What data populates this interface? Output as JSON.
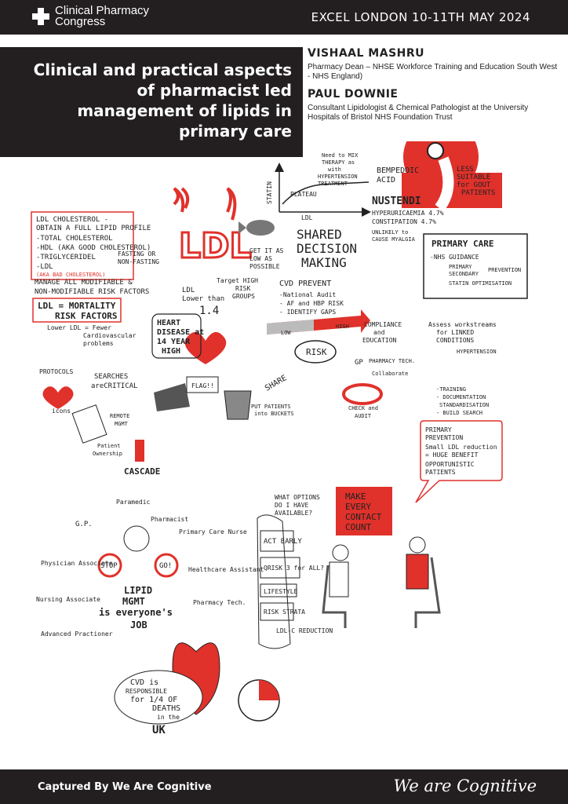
{
  "header": {
    "logo_line1": "Clinical Pharmacy",
    "logo_line2": "Congress",
    "event": "EXCEL LONDON 10-11TH MAY 2024"
  },
  "title": "Clinical and practical aspects of pharmacist led management of lipids in primary care",
  "speakers": [
    {
      "name": "VISHAAL MASHRU",
      "role": "Pharmacy Dean – NHSE Workforce Training and Education South West - NHS England)"
    },
    {
      "name": "PAUL DOWNIE",
      "role": "Consultant Lipidologist & Chemical Pathologist at the University Hospitals of Bristol NHS Foundation Trust"
    }
  ],
  "sketch": {
    "ldl_box": [
      "LDL CHOLESTEROL -",
      "OBTAIN A FULL LIPID PROFILE",
      "-TOTAL CHOLESTEROL",
      "-HDL (AKA GOOD CHOLESTEROL)",
      "-TRIGLYCERIDEL",
      "-LDL",
      "(AKA BAD CHOLESTEROL)"
    ],
    "fasting": [
      "FASTING OR",
      "NON-FASTING"
    ],
    "manage": [
      "MANAGE ALL MODIFIABLE &",
      "NON-MODIFIABLE RISK FACTORS"
    ],
    "mortality": [
      "LDL = MORTALITY",
      "RISK FACTORS"
    ],
    "lower_ldl": [
      "Lower LDL = Fewer",
      "Cardiovascular",
      "problems"
    ],
    "ldl_word": "LDL",
    "get_low": [
      "GET IT AS",
      "LOW AS",
      "POSSIBLE"
    ],
    "statin_axis": "STATIN",
    "ldl_axis": "LDL",
    "plateau": "PLATEAU",
    "mix_therapy": [
      "Need to MIX",
      "THERAPY as",
      "with",
      "HYPERTENSION",
      "TREATMENT"
    ],
    "bempedoic": [
      "BEMPEDOIC",
      "ACID"
    ],
    "nustendi": "NUSTENDI",
    "hyper": "HYPERURICAEMIA 4.7%",
    "constip": "CONSTIPATION 4.7%",
    "unlikely": [
      "UNLIKELY to",
      "CAUSE MYALGIA"
    ],
    "gout": [
      "LESS",
      "SUITABLE",
      "for GOUT",
      "PATIENTS"
    ],
    "shared": [
      "SHARED",
      "DECISION",
      "MAKING"
    ],
    "primary_care": "PRIMARY CARE",
    "nhs_guidance": "-NHS GUIDANCE",
    "primary": "PRIMARY",
    "secondary": "SECONDARY",
    "prevention": "PREVENTION",
    "statin_opt": "STATIN OPTIMISATION",
    "ldl_lower": [
      "LDL",
      "Lower than",
      "1.4"
    ],
    "target": [
      "Target HIGH",
      "RISK",
      "GROUPS"
    ],
    "cvd_prevent": "CVD PREVENT",
    "cvd_items": [
      "-National Audit",
      "- AF and HBP RISK",
      "- IDENTIFY GAPS"
    ],
    "low": "LOW",
    "high": "HIGH",
    "risk": "RISK",
    "heart_disease": [
      "HEART",
      "DISEASE at",
      "14 YEAR",
      "HIGH"
    ],
    "compliance": [
      "COMPLIANCE",
      "and",
      "EDUCATION"
    ],
    "gp": "GP",
    "pharmacy_tech": "PHARMACY TECH.",
    "collaborate": "Collaborate",
    "assess": [
      "Assess workstreams",
      "for LINKED",
      "CONDITIONS"
    ],
    "hypertension": "HYPERTENSION",
    "protocols": "PROTOCOLS",
    "icons": "icons",
    "searches": [
      "SEARCHES",
      "areCRITICAL"
    ],
    "flag": "FLAG!!",
    "share": "SHARE",
    "remote": [
      "REMOTE",
      "MGMT"
    ],
    "buckets": [
      "PUT PATIENTS",
      "into BUCKETS"
    ],
    "check_audit": [
      "CHECK and",
      "AUDIT"
    ],
    "patient_ownership": [
      "Patient",
      "Ownership"
    ],
    "cascade": "CASCADE",
    "training": [
      "-TRAINING",
      "- DOCUMENTATION",
      "STANDARDISATION",
      "- BUILD SEARCH"
    ],
    "primary_prev": [
      "PRIMARY",
      "PREVENTION",
      "Small LDL reduction",
      "= HUGE BENEFIT",
      "OPPORTUNISTIC",
      "PATIENTS"
    ],
    "what_options": [
      "WHAT OPTIONS",
      "DO I HAVE",
      "AVAILABLE?"
    ],
    "make_every": [
      "MAKE",
      "EVERY",
      "CONTACT",
      "COUNT"
    ],
    "options": [
      "ACT EARLY",
      "QRISK 3 for ALL?",
      "LIFESTYLE",
      "RISK STRATA",
      "LDL-C REDUCTION"
    ],
    "roles": [
      "Paramedic",
      "Pharmacist",
      "G.P.",
      "Primary Care Nurse",
      "Physician Associate",
      "Healthcare Assistant",
      "Nursing Associate",
      "Pharmacy Tech.",
      "Advanced Practioner"
    ],
    "stop": "STOP",
    "go": "GO!",
    "lipid_mgmt": [
      "LIPID",
      "MGMT",
      "is everyone's",
      "JOB"
    ],
    "cvd_resp": [
      "CVD is",
      "RESPONSIBLE",
      "for 1/4 OF",
      "DEATHS",
      "in the",
      "UK"
    ]
  },
  "footer": {
    "captured": "Captured By We Are Cognitive",
    "brand": "We are Cognitive"
  },
  "colors": {
    "dark": "#231f20",
    "red": "#e0312b"
  }
}
